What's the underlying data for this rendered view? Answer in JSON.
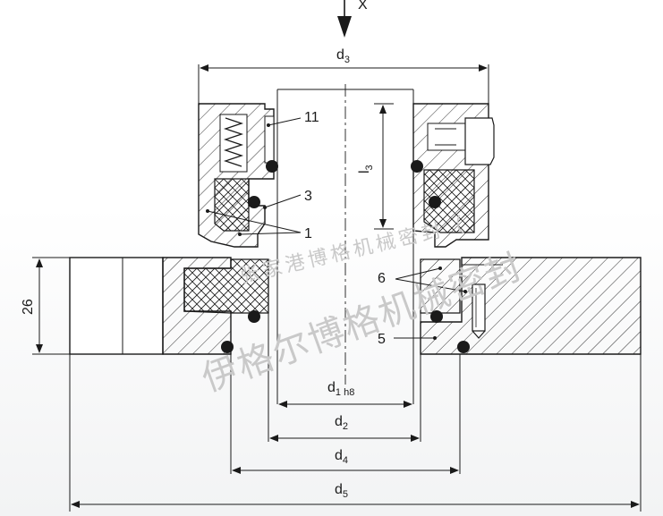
{
  "figure": {
    "view_label": "X",
    "dims": {
      "d3": {
        "main": "d",
        "sub": "3"
      },
      "l3": {
        "main": "l",
        "sub": "3"
      },
      "d1": {
        "main": "d",
        "sub": "1 h8"
      },
      "d2": {
        "main": "d",
        "sub": "2"
      },
      "d4": {
        "main": "d",
        "sub": "4"
      },
      "d5": {
        "main": "d",
        "sub": "5"
      },
      "height": "26"
    },
    "parts": [
      "11",
      "3",
      "1",
      "6",
      "5"
    ],
    "watermark": {
      "line1": "张家港博格机械密封（",
      "line2": "伊格尔博格机械密封"
    }
  },
  "colors": {
    "line": "#1a1a1a",
    "watermark": "#c9c9c9"
  }
}
